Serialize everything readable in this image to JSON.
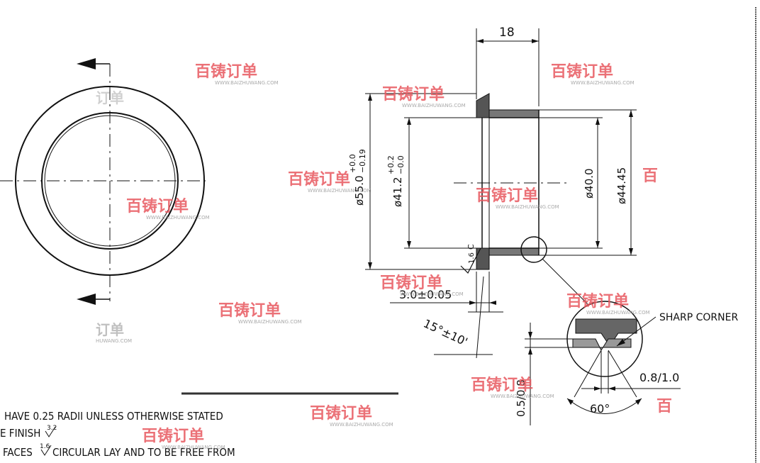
{
  "dimensions": {
    "flange_thickness": "18",
    "outer_dia": "ø55.0",
    "outer_tol_upper": "+0.0",
    "outer_tol_lower": "−0.19",
    "bore_dia": "ø41.2",
    "bore_tol_upper": "+0.2",
    "bore_tol_lower": "−0.0",
    "inner_dia": "ø40.0",
    "shoulder_dia": "ø44.45",
    "flange_height": "3.0±0.05",
    "angle_tol": "15°±10'",
    "chamfer_label": "C",
    "chamfer_finish": "1.6",
    "detail_note": "SHARP CORNER",
    "detail_depth": "0.5/0.8",
    "detail_width": "0.8/1.0",
    "detail_angle": "60°"
  },
  "notes": [
    "HAVE 0.25 RADII UNLESS OTHERWISE STATED",
    "E FINISH",
    "FACES",
    "CIRCULAR LAY AND TO BE FREE FROM"
  ],
  "finish_symbols": [
    "3.2",
    "1.6"
  ],
  "watermark": {
    "brand": "百铸订单",
    "url": "WWW.BAIZHUWANG.COM",
    "partial_brand": "订单",
    "partial_url": "HUWANG.COM",
    "partial_brand_2": "订单"
  },
  "colors": {
    "line": "#111111",
    "watermark": "#e8585f"
  }
}
